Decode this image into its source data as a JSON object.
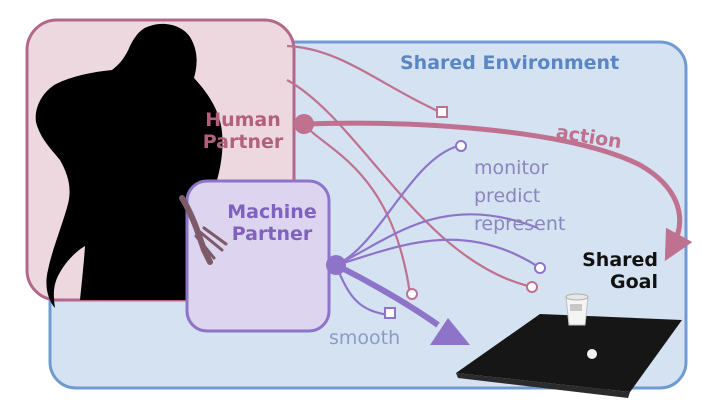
{
  "labels": {
    "environment": "Shared Environment",
    "human_partner": "Human\nPartner",
    "machine_partner": "Machine\nPartner",
    "action": "action",
    "monitor": "monitor",
    "predict": "predict",
    "represent": "represent",
    "smooth": "smooth",
    "shared_goal": "Shared\nGoal"
  },
  "colors": {
    "environment_fill": "#d4e2f2",
    "environment_stroke": "#6f9bd1",
    "human_fill": "#eed8e0",
    "human_stroke": "#b3688a",
    "machine_fill": "#ddd4ef",
    "machine_stroke": "#8e74c9",
    "human_arrow": "#c0718f",
    "machine_arrow": "#8e74c9",
    "goal_table": "#161616"
  },
  "icons": {
    "human": "human-silhouette-icon",
    "robot_arm": "robot-arm-icon",
    "cup": "cup-icon",
    "ball": "ball-icon"
  }
}
